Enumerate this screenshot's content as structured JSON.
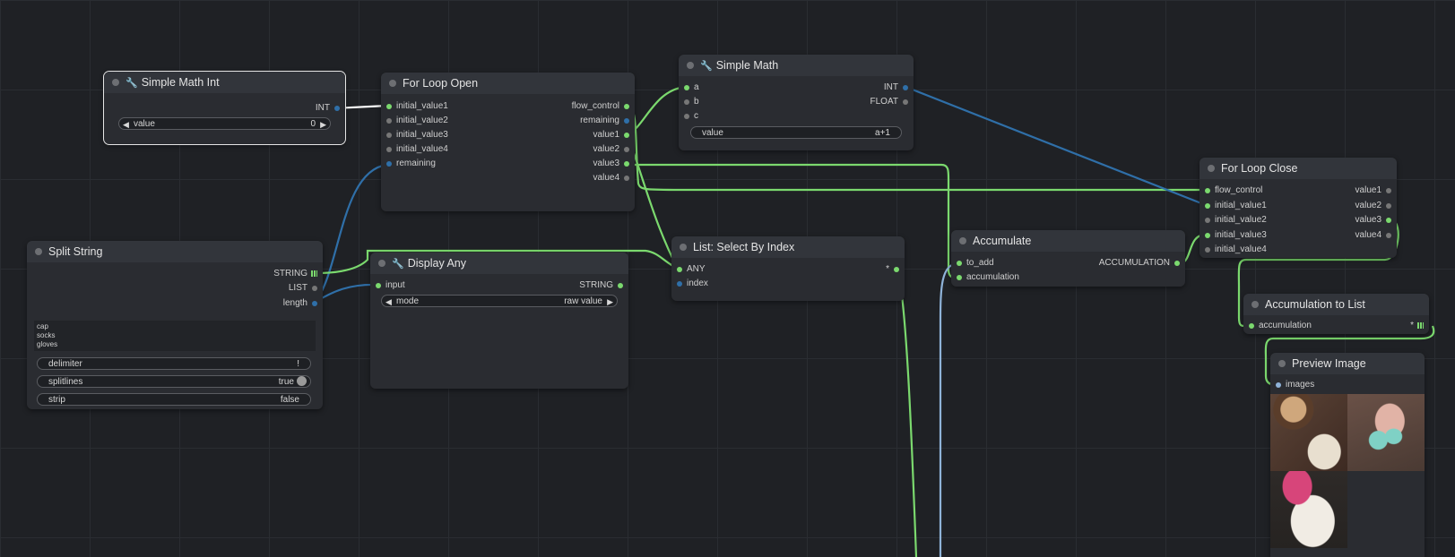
{
  "nodes": {
    "simple_math_int": {
      "title": "Simple Math Int",
      "output": "INT",
      "widget": {
        "label": "value",
        "value": "0"
      }
    },
    "for_loop_open": {
      "title": "For Loop Open",
      "inputs": [
        "initial_value1",
        "initial_value2",
        "initial_value3",
        "initial_value4",
        "remaining"
      ],
      "outputs": [
        "flow_control",
        "remaining",
        "value1",
        "value2",
        "value3",
        "value4"
      ]
    },
    "simple_math": {
      "title": "Simple Math",
      "inputs": [
        "a",
        "b",
        "c"
      ],
      "outputs": [
        "INT",
        "FLOAT"
      ],
      "widget": {
        "label": "value",
        "value": "a+1"
      }
    },
    "split_string": {
      "title": "Split String",
      "outputs": [
        "STRING",
        "LIST",
        "length"
      ],
      "text": [
        "cap",
        "socks",
        "gloves"
      ],
      "widgets": [
        {
          "label": "delimiter",
          "value": "!"
        },
        {
          "label": "splitlines",
          "value": "true"
        },
        {
          "label": "strip",
          "value": "false"
        }
      ]
    },
    "display_any": {
      "title": "Display Any",
      "input": "input",
      "output": "STRING",
      "widget": {
        "label": "mode",
        "value": "raw value"
      }
    },
    "list_select_by_index": {
      "title": "List: Select By Index",
      "inputs": [
        "ANY",
        "index"
      ],
      "output": "*"
    },
    "accumulate": {
      "title": "Accumulate",
      "inputs": [
        "to_add",
        "accumulation"
      ],
      "output": "ACCUMULATION"
    },
    "for_loop_close": {
      "title": "For Loop Close",
      "inputs": [
        "flow_control",
        "initial_value1",
        "initial_value2",
        "initial_value3",
        "initial_value4"
      ],
      "outputs": [
        "value1",
        "value2",
        "value3",
        "value4"
      ]
    },
    "accumulation_to_list": {
      "title": "Accumulation to List",
      "input": "accumulation",
      "output": "*"
    },
    "preview_image": {
      "title": "Preview Image",
      "input": "images"
    }
  },
  "colors": {
    "green": "#7bd96e",
    "blue": "#2f6fa8",
    "white": "#ffffff",
    "socket_grey": "#777777",
    "canvas": "#1f2125"
  }
}
